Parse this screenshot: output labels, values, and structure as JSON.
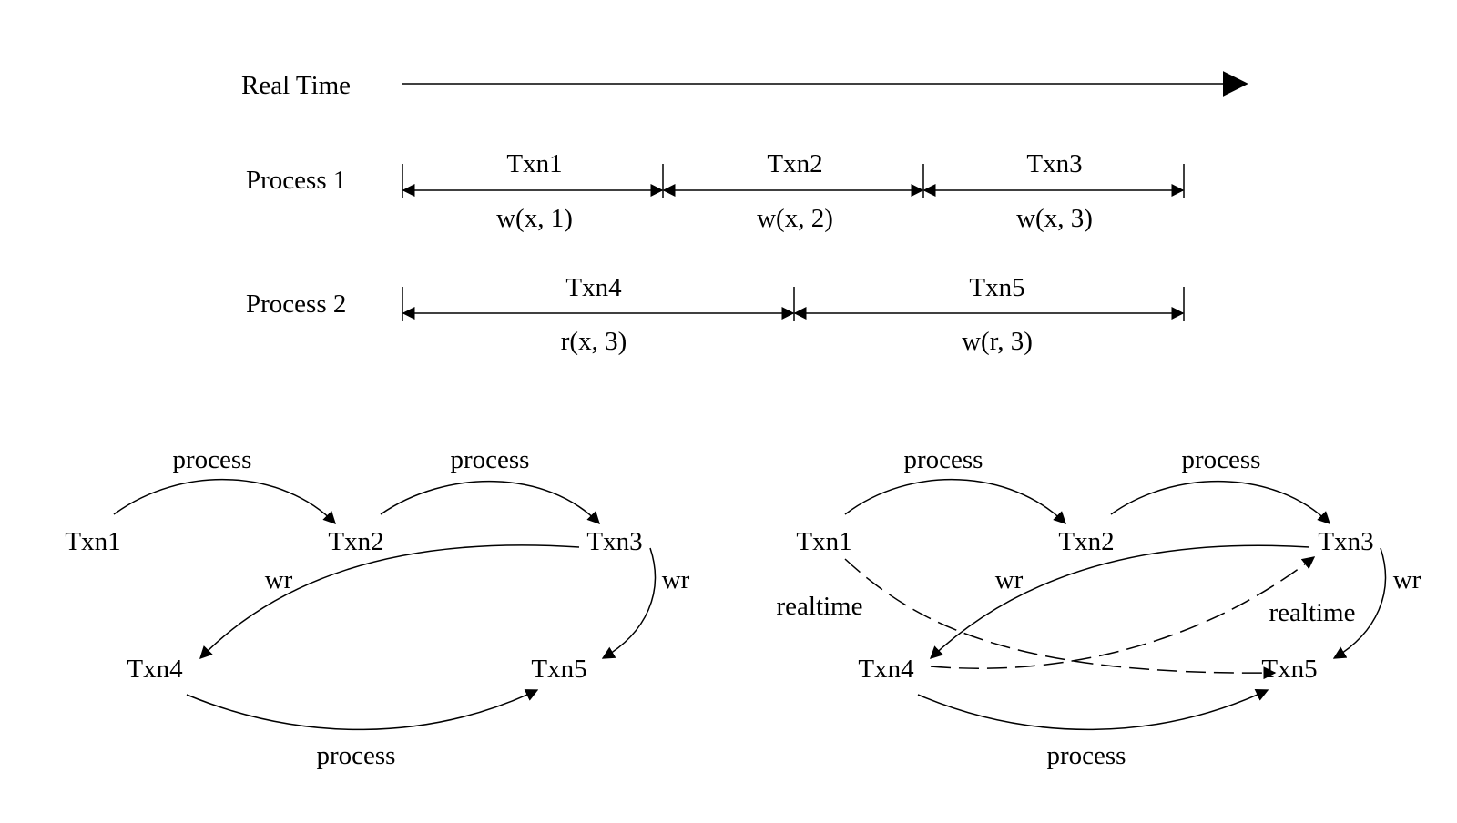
{
  "timeline": {
    "real_time_label": "Real Time",
    "processes": [
      {
        "label": "Process 1",
        "txns": [
          {
            "name": "Txn1",
            "op": "w(x, 1)"
          },
          {
            "name": "Txn2",
            "op": "w(x, 2)"
          },
          {
            "name": "Txn3",
            "op": "w(x, 3)"
          }
        ]
      },
      {
        "label": "Process 2",
        "txns": [
          {
            "name": "Txn4",
            "op": "r(x, 3)"
          },
          {
            "name": "Txn5",
            "op": "w(r, 3)"
          }
        ]
      }
    ]
  },
  "graphs": [
    {
      "nodes": [
        "Txn1",
        "Txn2",
        "Txn3",
        "Txn4",
        "Txn5"
      ],
      "edges": [
        {
          "from": "Txn1",
          "to": "Txn2",
          "label": "process",
          "style": "solid"
        },
        {
          "from": "Txn2",
          "to": "Txn3",
          "label": "process",
          "style": "solid"
        },
        {
          "from": "Txn3",
          "to": "Txn4",
          "label": "wr",
          "style": "solid"
        },
        {
          "from": "Txn3",
          "to": "Txn5",
          "label": "wr",
          "style": "solid"
        },
        {
          "from": "Txn4",
          "to": "Txn5",
          "label": "process",
          "style": "solid"
        }
      ]
    },
    {
      "nodes": [
        "Txn1",
        "Txn2",
        "Txn3",
        "Txn4",
        "Txn5"
      ],
      "edges": [
        {
          "from": "Txn1",
          "to": "Txn2",
          "label": "process",
          "style": "solid"
        },
        {
          "from": "Txn2",
          "to": "Txn3",
          "label": "process",
          "style": "solid"
        },
        {
          "from": "Txn3",
          "to": "Txn4",
          "label": "wr",
          "style": "solid"
        },
        {
          "from": "Txn3",
          "to": "Txn5",
          "label": "wr",
          "style": "solid"
        },
        {
          "from": "Txn4",
          "to": "Txn5",
          "label": "process",
          "style": "solid"
        },
        {
          "from": "Txn1",
          "to": "Txn5",
          "label": "realtime",
          "style": "dashed"
        },
        {
          "from": "Txn4",
          "to": "Txn3",
          "label": "realtime",
          "style": "dashed"
        }
      ]
    }
  ]
}
